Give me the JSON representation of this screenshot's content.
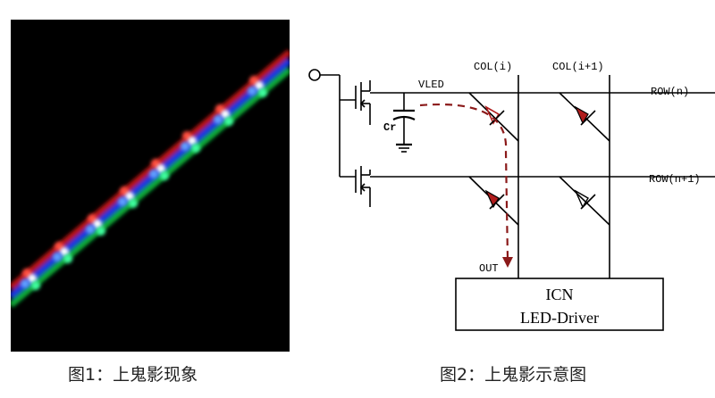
{
  "figure1": {
    "caption": "图1：上鬼影现象"
  },
  "figure2": {
    "caption": "图2：上鬼影示意图",
    "labels": {
      "col_i": "COL(i)",
      "col_i1": "COL(i+1)",
      "row_n": "ROW(n)",
      "row_n1": "ROW(n+1)",
      "vled": "VLED",
      "cr": "Cr",
      "out": "OUT"
    },
    "driver": {
      "line1": "ICN",
      "line2": "LED-Driver"
    },
    "colors": {
      "wire": "#000000",
      "ghost_path": "#8b1a1a",
      "led_fill": "#b01c1c"
    }
  }
}
